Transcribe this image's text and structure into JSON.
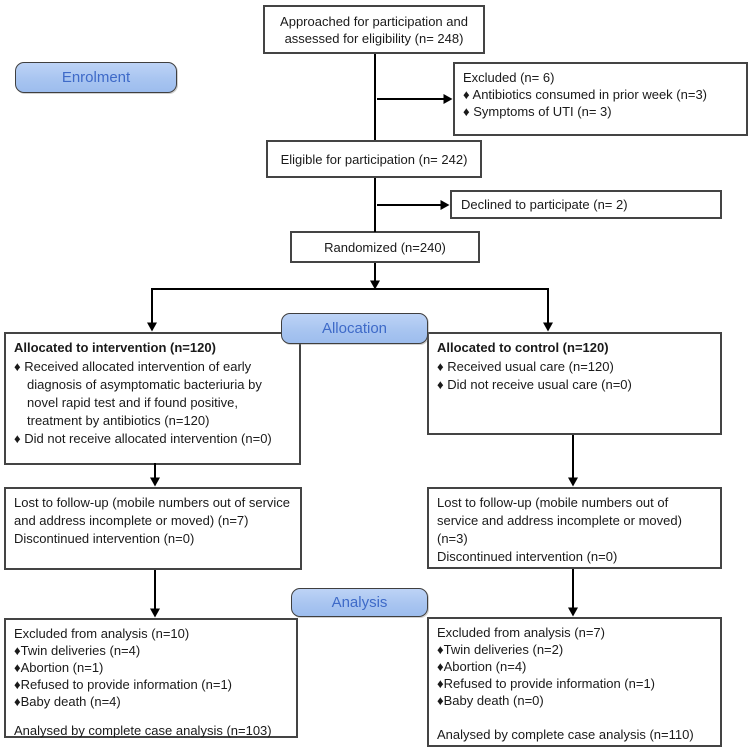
{
  "stage_labels": {
    "enrolment": "Enrolment",
    "allocation": "Allocation",
    "analysis": "Analysis"
  },
  "boxes": {
    "approached": {
      "line1": "Approached for participation and",
      "line2": "assessed for eligibility (n= 248)"
    },
    "excluded": {
      "line1": "Excluded (n= 6)",
      "line2": "♦ Antibiotics consumed in prior week (n=3)",
      "line3": "♦ Symptoms of UTI (n= 3)"
    },
    "eligible": {
      "text": "Eligible for participation (n= 242)"
    },
    "declined": {
      "text": "Declined to participate (n= 2)"
    },
    "randomized": {
      "text": "Randomized (n=240)"
    },
    "intervention": {
      "title": "Allocated to intervention (n=120)",
      "bullet1": "♦ Received allocated intervention of early diagnosis of asymptomatic bacteriuria by novel rapid test and if found positive, treatment by antibiotics (n=120)",
      "bullet2": "♦ Did not receive allocated intervention (n=0)"
    },
    "control": {
      "title": "Allocated to control (n=120)",
      "bullet1": "♦ Received usual care (n=120)",
      "bullet2": "♦ Did not receive usual care (n=0)"
    },
    "lost_intervention": {
      "line1": "Lost to follow-up (mobile numbers out of service and address incomplete or moved) (n=7)",
      "line2": "Discontinued intervention (n=0)"
    },
    "lost_control": {
      "line1": "Lost to follow-up (mobile numbers out of service and address incomplete or moved) (n=3)",
      "line2": "Discontinued intervention (n=0)"
    },
    "analysis_intervention": {
      "line1": "Excluded from analysis (n=10)",
      "bullet1": "♦Twin deliveries (n=4)",
      "bullet2": "♦Abortion (n=1)",
      "bullet3": "♦Refused to provide information (n=1)",
      "bullet4": "♦Baby death (n=4)",
      "footer": "Analysed by complete case analysis (n=103)"
    },
    "analysis_control": {
      "line1": "Excluded from analysis (n=7)",
      "bullet1": "♦Twin deliveries (n=2)",
      "bullet2": "♦Abortion (n=4)",
      "bullet3": "♦Refused to provide information (n=1)",
      "bullet4": "♦Baby death (n=0)",
      "footer": "Analysed by complete case analysis (n=110)"
    }
  },
  "colors": {
    "stage_fill_top": "#bdd3f6",
    "stage_fill_bottom": "#9dbdee",
    "stage_text": "#3e6ac8",
    "stage_border": "#3f3f3f",
    "box_border": "#444444",
    "connector": "#000000",
    "background": "#ffffff"
  }
}
